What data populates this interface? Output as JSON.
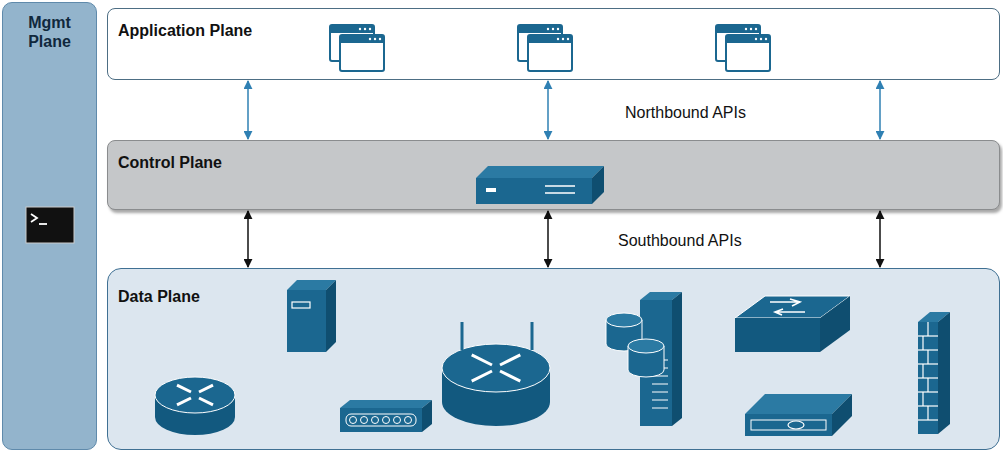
{
  "diagram": {
    "nodes": [
      {
        "text": [
          "Mgmt Plane"
        ]
      },
      {
        "text": [
          "Application Plane"
        ]
      },
      {
        "text": [
          "Control Plane"
        ]
      },
      {
        "text": [
          "Data Plane"
        ]
      }
    ],
    "edges": [
      {
        "from": 1,
        "to": 2,
        "arrow": "both"
      },
      {
        "from": 1,
        "to": 2,
        "arrow": "both"
      },
      {
        "from": 1,
        "to": 2,
        "arrow": "both"
      },
      {
        "from": 2,
        "to": 3,
        "arrow": "both"
      },
      {
        "from": 2,
        "to": 3,
        "arrow": "both"
      },
      {
        "from": 2,
        "to": 3,
        "arrow": "both"
      }
    ],
    "labels": [
      "Northbound APIs",
      "Southbound APIs"
    ]
  }
}
